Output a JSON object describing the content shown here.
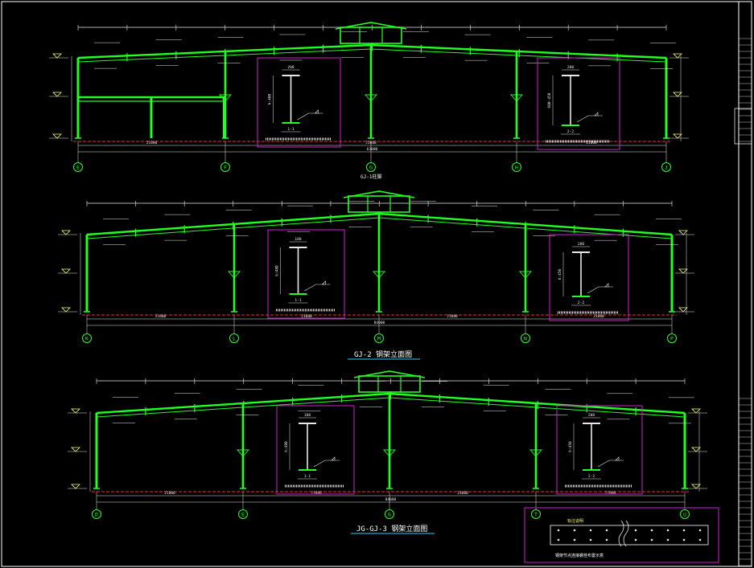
{
  "drawing": {
    "colors": {
      "background": "#000000",
      "frame": "#ffffff",
      "member": "#22ff22",
      "dimension": "#e8e8e8",
      "ground": "#ff2a2a",
      "detail_box": "#d21ed2",
      "annotation": "#ffff66",
      "grid_bubble": "#2aff2a"
    },
    "elevations": [
      {
        "title": "",
        "ridge_label": "",
        "overall_dim": "63000",
        "bay_dims": [
          "21000",
          "21000",
          "21000"
        ],
        "grid_labels": [
          "E",
          "F",
          "G",
          "H",
          "J"
        ],
        "detail_left": {
          "width": "200",
          "height": "h:400",
          "section": "1-1"
        },
        "detail_right": {
          "width": "200",
          "height": "600-450",
          "section": "2-2"
        }
      },
      {
        "title": "GJ-2 钢架立面图",
        "ridge_label": "GJ-1柱脚",
        "overall_dim": "84000",
        "bay_dims": [
          "21000",
          "21000",
          "21000",
          "21000"
        ],
        "grid_labels": [
          "K",
          "L",
          "M",
          "N",
          "P"
        ],
        "detail_left": {
          "width": "180",
          "height": "h:480",
          "section": "1-1"
        },
        "detail_right": {
          "width": "200",
          "height": "h:450",
          "section": "2-2"
        }
      },
      {
        "title": "JG-GJ-3 钢架立面图",
        "ridge_label": "",
        "overall_dim": "84000",
        "bay_dims": [
          "21000",
          "21000",
          "21000",
          "21000"
        ],
        "grid_labels": [
          "D",
          "E",
          "G",
          "T",
          "U"
        ],
        "detail_left": {
          "width": "180",
          "height": "h:480",
          "section": "1-1"
        },
        "detail_right": {
          "width": "200",
          "height": "h:450",
          "section": "2-2"
        }
      }
    ],
    "detail_table": {
      "header": "标注说明",
      "caption": "钢架节点连接螺栓布置示意"
    }
  }
}
